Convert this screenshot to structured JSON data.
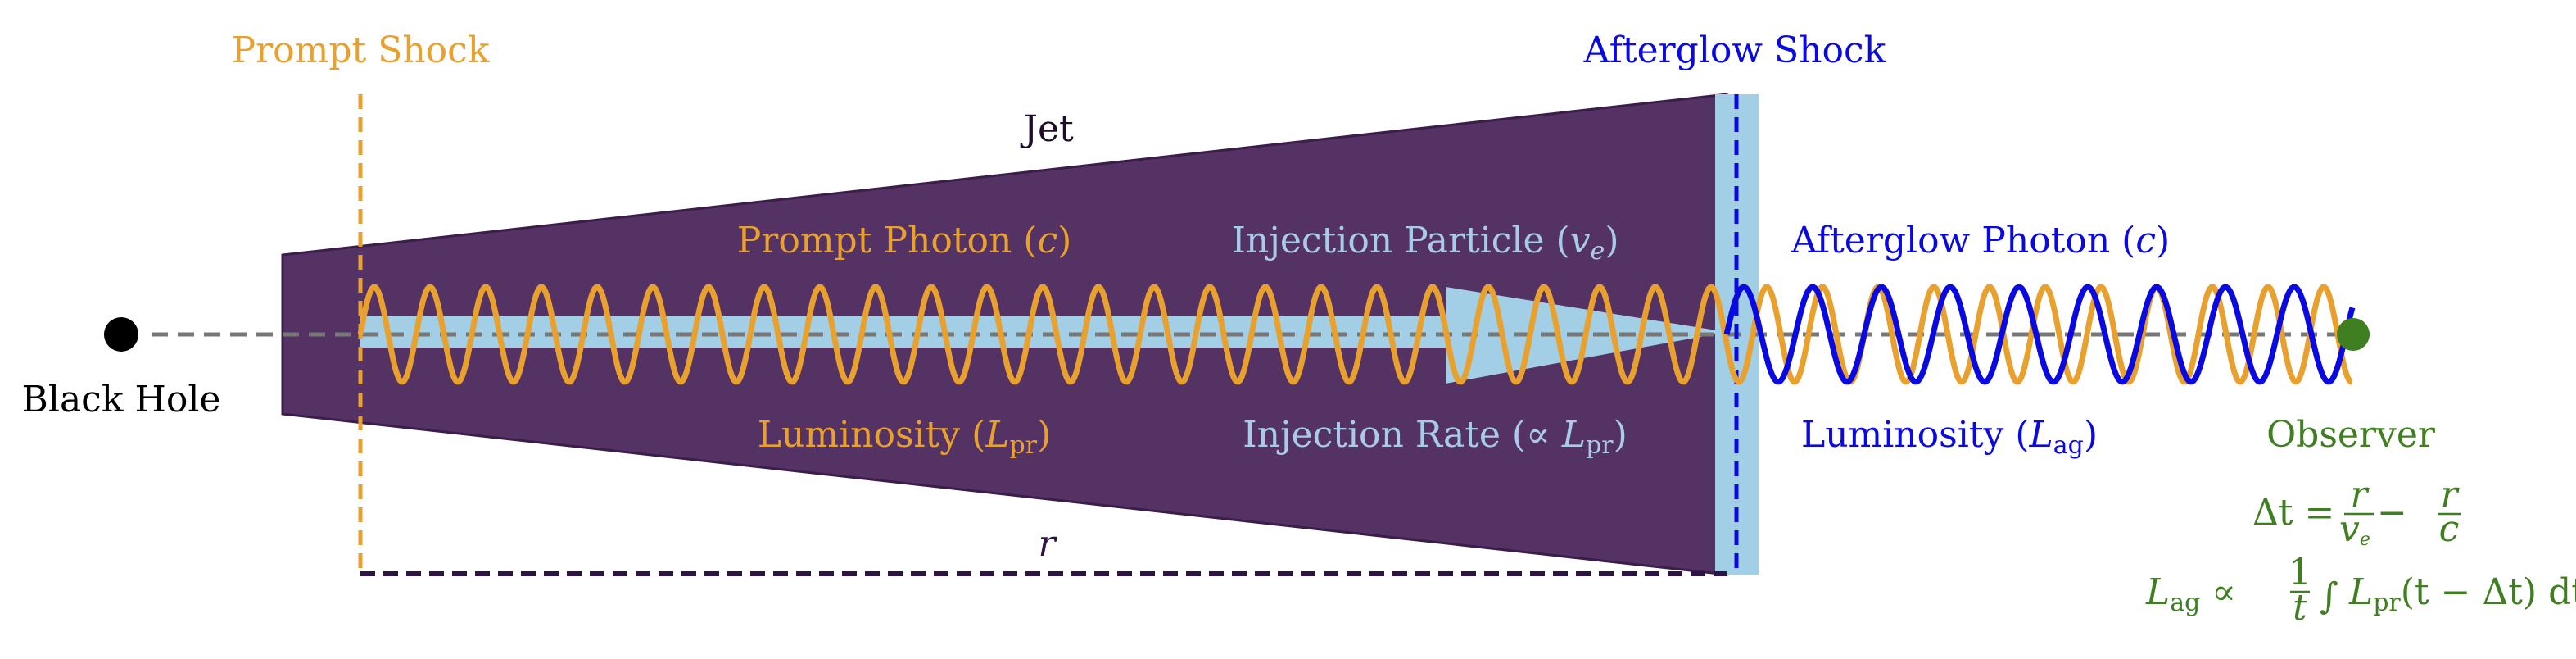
{
  "labels": {
    "prompt_shock": "Prompt Shock",
    "afterglow_shock": "Afterglow Shock",
    "jet": "Jet",
    "black_hole": "Black Hole",
    "observer": "Observer",
    "r": "r",
    "prompt_photon": {
      "text": "Prompt Photon (",
      "var": "c",
      "close": ")"
    },
    "luminosity_pr": {
      "text": "Luminosity (",
      "var": "L",
      "sub": "pr",
      "close": ")"
    },
    "injection_particle": {
      "text": "Injection Particle (",
      "var": "v",
      "sub": "e",
      "close": ")"
    },
    "injection_rate": {
      "text": "Injection Rate (∝ ",
      "var": "L",
      "sub": "pr",
      "close": ")"
    },
    "afterglow_photon": {
      "text": "Afterglow Photon (",
      "var": "c",
      "close": ")"
    },
    "luminosity_ag": {
      "text": "Luminosity (",
      "var": "L",
      "sub": "ag",
      "close": ")"
    }
  },
  "equations": {
    "delta_t": {
      "lhs": "Δt = ",
      "num1": "r",
      "den1": "v",
      "den1_sub": "e",
      "minus": " − ",
      "num2": "r",
      "den2": "c"
    },
    "lag": {
      "lhs_var": "L",
      "lhs_sub": "ag",
      "prop": " ∝ ",
      "num": "1",
      "den": "t",
      "integral": "∫",
      "int_var": "L",
      "int_sub": "pr",
      "args": "(t − Δt) dt"
    }
  },
  "colors": {
    "jet_fill": "#543263",
    "jet_stroke": "#3b1d4a",
    "prompt": "#e8a02e",
    "afterglow": "#0a0ae0",
    "injection": "#a3cfe6",
    "injection_text": "#a9cbea",
    "observer": "#3f7f22",
    "axis": "#777777",
    "black": "#000000",
    "r_line": "#2e1346"
  }
}
